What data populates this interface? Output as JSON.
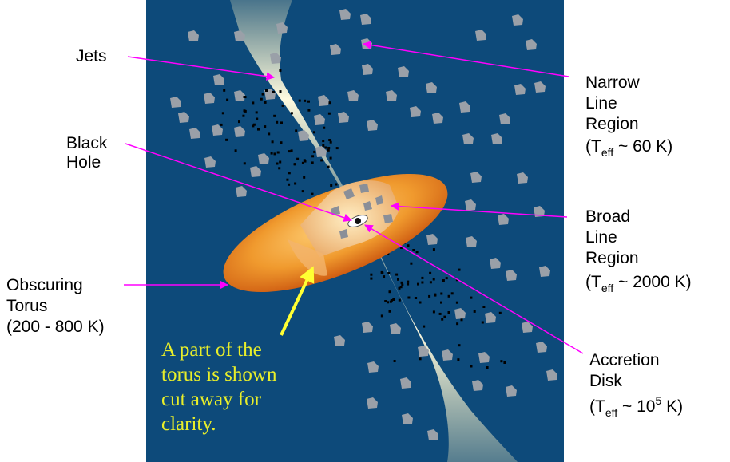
{
  "colors": {
    "background_panel": "#0d4a7a",
    "leader_line": "#ff00ff",
    "arrow_highlight": "#ffff33",
    "note_text": "#e8ee2a",
    "torus": "#e07a1a",
    "jet": "#fff4c0",
    "cloud": "#9aa0a8"
  },
  "labels": {
    "jets": "Jets",
    "black_hole": [
      "Black",
      "Hole"
    ],
    "obscuring_torus": [
      "Obscuring",
      "Torus",
      "(200 - 800 K)"
    ],
    "narrow_line_region": {
      "lines": [
        "Narrow",
        "Line",
        "Region"
      ],
      "temp_prefix": "(T",
      "temp_sub": "eff",
      "temp_value": " ~ 60 K)"
    },
    "broad_line_region": {
      "lines": [
        "Broad",
        "Line",
        "Region"
      ],
      "temp_prefix": "(T",
      "temp_sub": "eff",
      "temp_value": " ~ 2000 K)"
    },
    "accretion_disk": {
      "lines": [
        "Accretion",
        "Disk"
      ],
      "temp_prefix": "(T",
      "temp_sub": "eff",
      "temp_mid": " ~ 10",
      "temp_sup": "5",
      "temp_suffix": " K)"
    }
  },
  "note": [
    "A part of the",
    "torus is shown",
    "cut away for",
    "clarity."
  ]
}
